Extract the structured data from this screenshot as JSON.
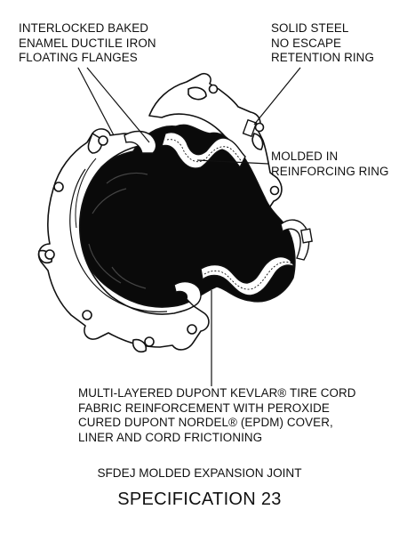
{
  "callouts": {
    "flanges": [
      "INTERLOCKED BAKED",
      "ENAMEL DUCTILE IRON",
      "FLOATING FLANGES"
    ],
    "retention_ring": [
      "SOLID STEEL",
      "NO ESCAPE",
      "RETENTION RING"
    ],
    "reinforcing_ring": [
      "MOLDED IN",
      "REINFORCING RING"
    ],
    "fabric": [
      "MULTI-LAYERED DUPONT KEVLAR® TIRE CORD",
      "FABRIC REINFORCEMENT WITH PEROXIDE",
      "CURED DUPONT NORDEL® (EPDM) COVER,",
      "LINER AND CORD FRICTIONING"
    ]
  },
  "caption": {
    "name": "SFDEJ MOLDED EXPANSION JOINT",
    "spec": "SPECIFICATION 23"
  },
  "colors": {
    "ink": "#111111",
    "rubber": "#0a0a0a",
    "paper": "#ffffff"
  }
}
